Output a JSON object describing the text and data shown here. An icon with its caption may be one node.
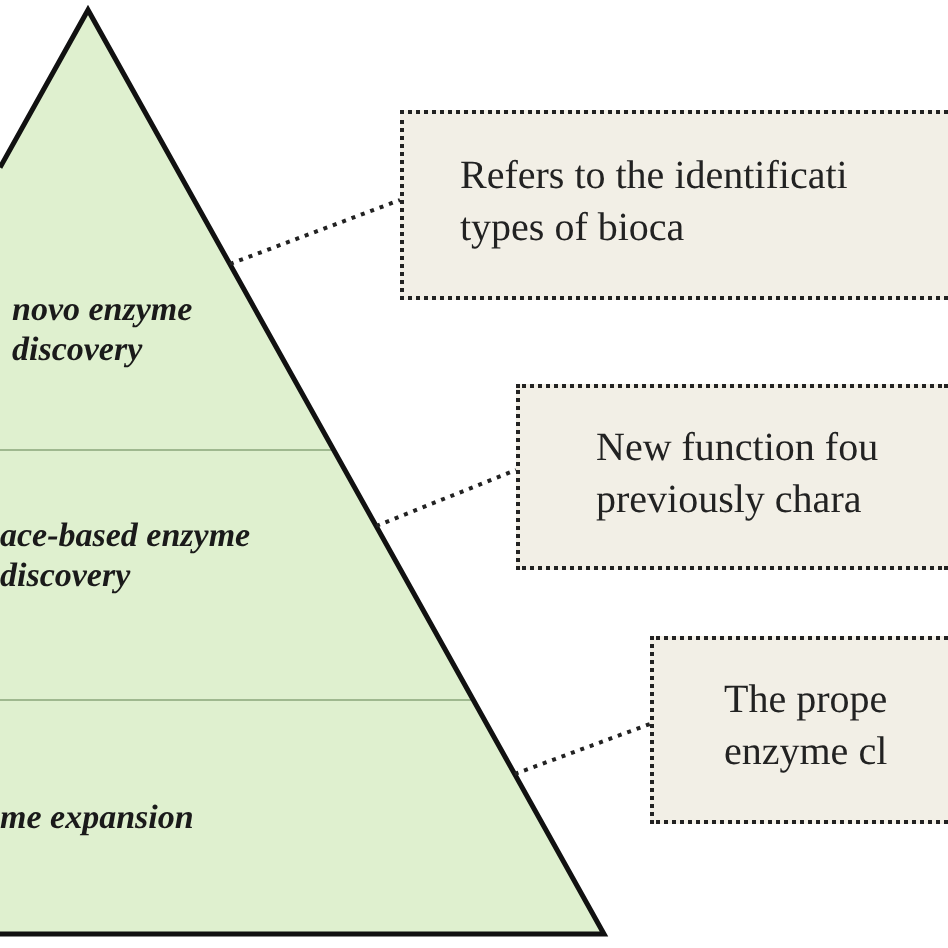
{
  "diagram": {
    "nodes": [
      {
        "text": [
          "novo enzyme discovery"
        ]
      },
      {
        "text": [
          "ace-based enzyme discovery"
        ]
      },
      {
        "text": [
          "me expansion"
        ]
      },
      {
        "text": [
          "Refers to the identificati types of bioca"
        ]
      },
      {
        "text": [
          "New function fou previously chara"
        ]
      },
      {
        "text": [
          "The prope enzyme cl"
        ]
      }
    ],
    "edges": [
      {
        "from": 0,
        "to": 3,
        "arrow": "none",
        "style": "dashed"
      },
      {
        "from": 1,
        "to": 4,
        "arrow": "none",
        "style": "dashed"
      },
      {
        "from": 2,
        "to": 5,
        "arrow": "none",
        "style": "dashed"
      }
    ]
  }
}
